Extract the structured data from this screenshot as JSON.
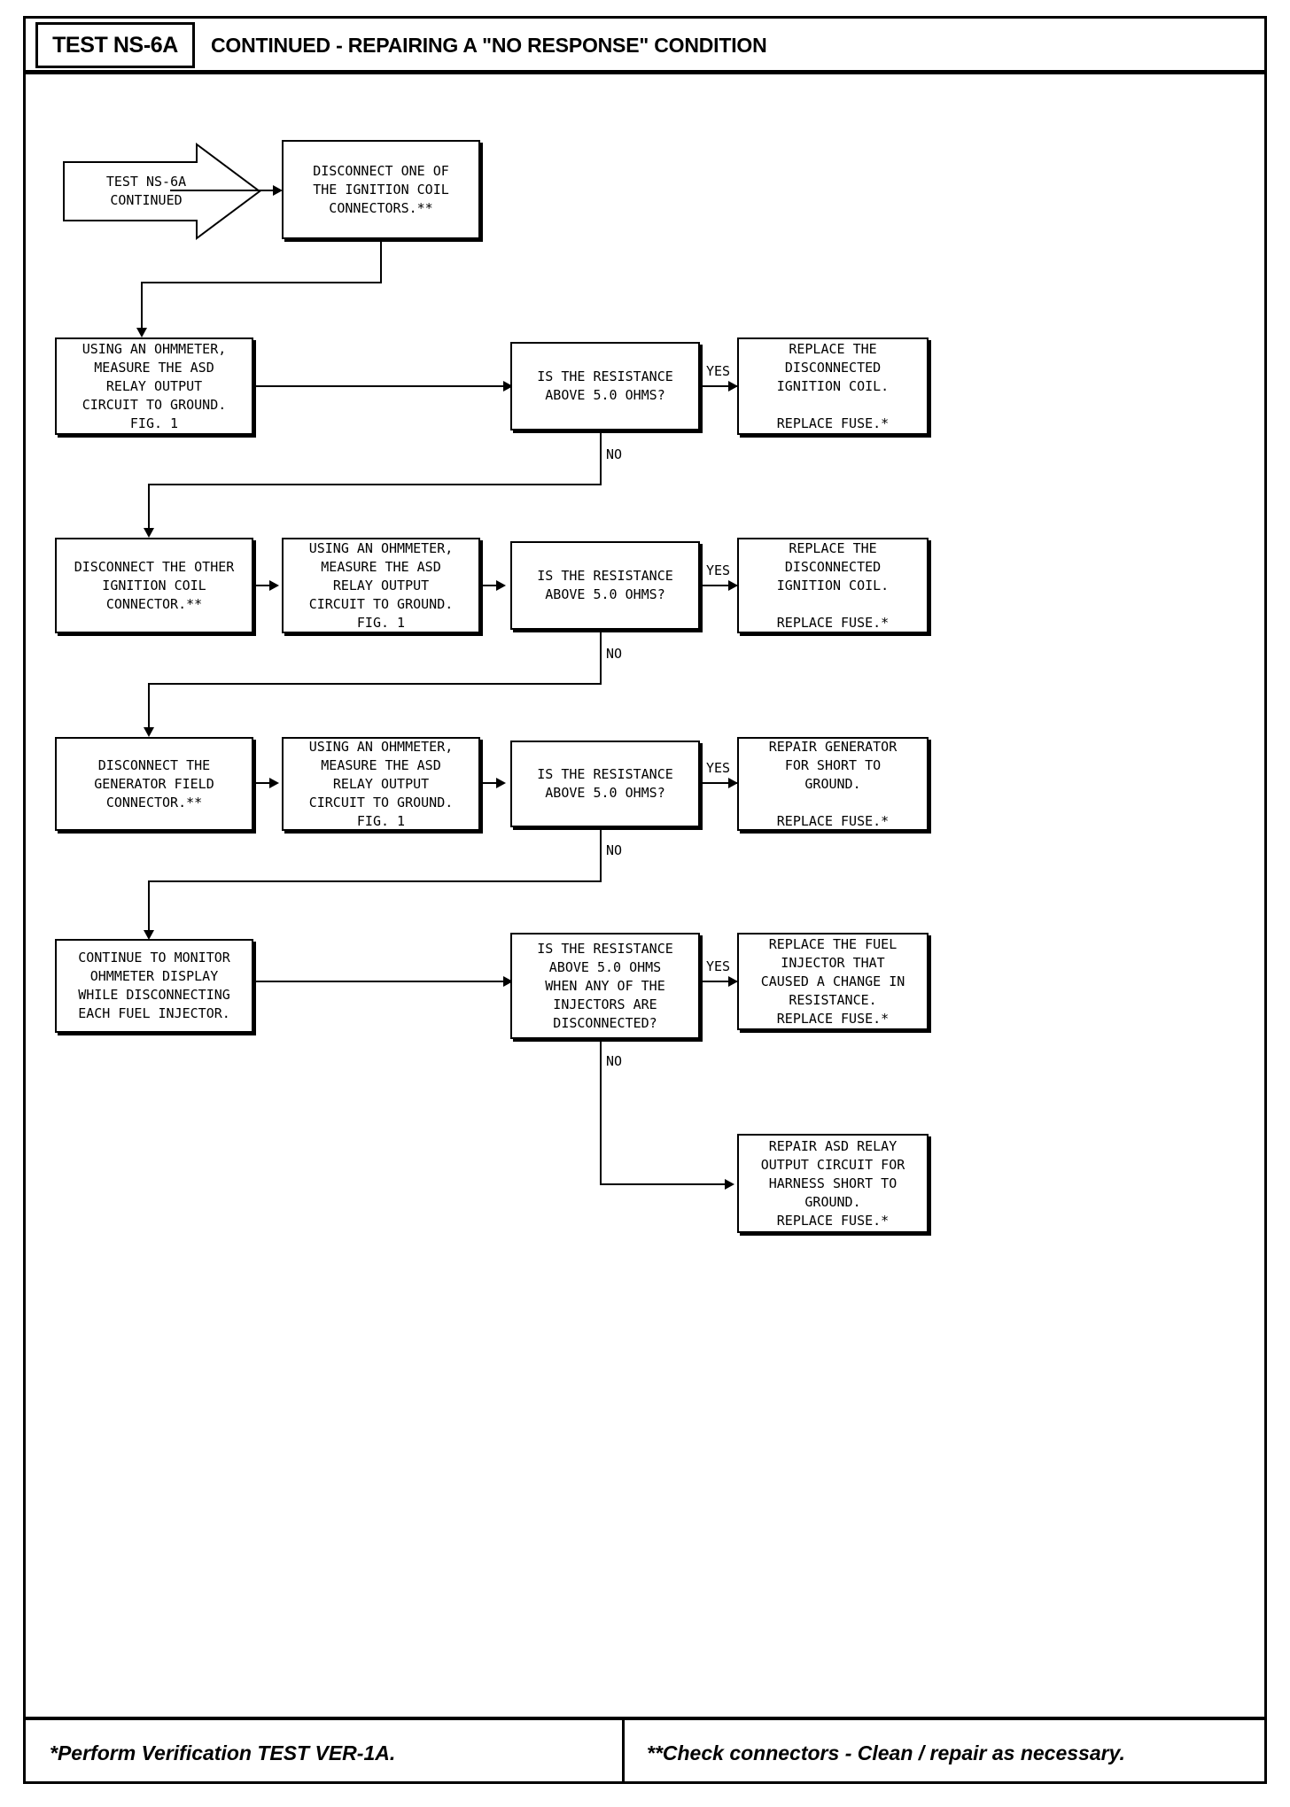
{
  "header": {
    "test_id": "TEST NS-6A",
    "title": "CONTINUED - REPAIRING A \"NO RESPONSE\" CONDITION"
  },
  "footer": {
    "left_note": "*Perform Verification TEST VER-1A.",
    "right_note": "**Check connectors - Clean / repair as necessary."
  },
  "flowchart": {
    "start": {
      "label": "TEST NS-6A\nCONTINUED"
    },
    "nodes": {
      "disconnect_one_coil": "DISCONNECT ONE OF\nTHE IGNITION COIL\nCONNECTORS.**",
      "measure_1": "USING AN OHMMETER,\nMEASURE THE ASD\nRELAY OUTPUT\nCIRCUIT TO GROUND.\nFIG. 1",
      "decision_1": "IS THE RESISTANCE\nABOVE 5.0 OHMS?",
      "result_1": "REPLACE THE\nDISCONNECTED\nIGNITION COIL.\n\nREPLACE FUSE.*",
      "disconnect_other_coil": "DISCONNECT THE OTHER\nIGNITION COIL\nCONNECTOR.**",
      "measure_2": "USING AN OHMMETER,\nMEASURE THE ASD\nRELAY OUTPUT\nCIRCUIT TO GROUND.\nFIG. 1",
      "decision_2": "IS THE RESISTANCE\nABOVE 5.0 OHMS?",
      "result_2": "REPLACE THE\nDISCONNECTED\nIGNITION COIL.\n\nREPLACE FUSE.*",
      "disconnect_generator": "DISCONNECT THE\nGENERATOR FIELD\nCONNECTOR.**",
      "measure_3": "USING AN OHMMETER,\nMEASURE THE ASD\nRELAY OUTPUT\nCIRCUIT TO GROUND.\nFIG. 1",
      "decision_3": "IS THE RESISTANCE\nABOVE 5.0 OHMS?",
      "result_3": "REPAIR GENERATOR\nFOR SHORT TO\nGROUND.\n\nREPLACE FUSE.*",
      "monitor_injectors": "CONTINUE TO MONITOR\nOHMMETER DISPLAY\nWHILE DISCONNECTING\nEACH FUEL INJECTOR.",
      "decision_4": "IS THE RESISTANCE\nABOVE 5.0 OHMS\nWHEN ANY OF THE\nINJECTORS ARE\nDISCONNECTED?",
      "result_4": "REPLACE THE FUEL\nINJECTOR THAT\nCAUSED A CHANGE IN\nRESISTANCE.\nREPLACE FUSE.*",
      "result_5": "REPAIR ASD RELAY\nOUTPUT CIRCUIT FOR\nHARNESS SHORT TO\nGROUND.\nREPLACE FUSE.*"
    },
    "edge_labels": {
      "yes_1": "YES",
      "no_1": "NO",
      "yes_2": "YES",
      "no_2": "NO",
      "yes_3": "YES",
      "no_3": "NO",
      "yes_4": "YES",
      "no_4": "NO"
    }
  },
  "colors": {
    "ink": "#000000",
    "paper": "#ffffff"
  }
}
